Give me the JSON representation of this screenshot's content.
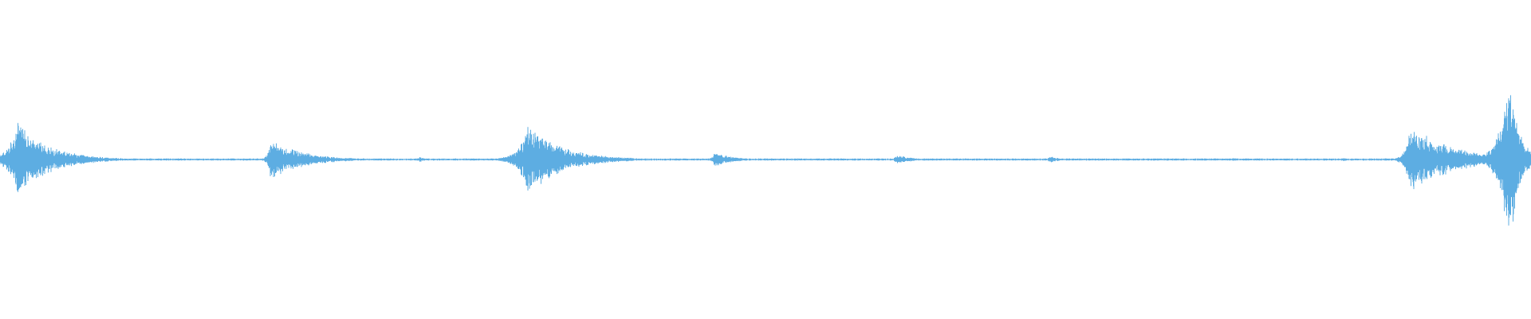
{
  "waveform": {
    "color": "#5dade2",
    "background": "#ffffff",
    "baseline_amplitude": 0.012,
    "bursts": [
      {
        "center": 0.012,
        "amplitude": 0.42,
        "decay": 0.02,
        "attack": 0.006
      },
      {
        "center": 0.177,
        "amplitude": 0.22,
        "decay": 0.02,
        "attack": 0.002
      },
      {
        "center": 0.274,
        "amplitude": 0.03,
        "decay": 0.004,
        "attack": 0.002
      },
      {
        "center": 0.345,
        "amplitude": 0.38,
        "decay": 0.022,
        "attack": 0.006
      },
      {
        "center": 0.467,
        "amplitude": 0.08,
        "decay": 0.012,
        "attack": 0.002
      },
      {
        "center": 0.586,
        "amplitude": 0.05,
        "decay": 0.01,
        "attack": 0.002
      },
      {
        "center": 0.686,
        "amplitude": 0.04,
        "decay": 0.006,
        "attack": 0.002
      },
      {
        "center": 0.805,
        "amplitude": 0.02,
        "decay": 0.006,
        "attack": 0.002
      },
      {
        "center": 0.878,
        "amplitude": 0.02,
        "decay": 0.006,
        "attack": 0.002
      },
      {
        "center": 0.921,
        "amplitude": 0.36,
        "decay": 0.03,
        "attack": 0.003
      },
      {
        "center": 0.986,
        "amplitude": 1.0,
        "decay": 0.006,
        "attack": 0.006
      }
    ]
  }
}
